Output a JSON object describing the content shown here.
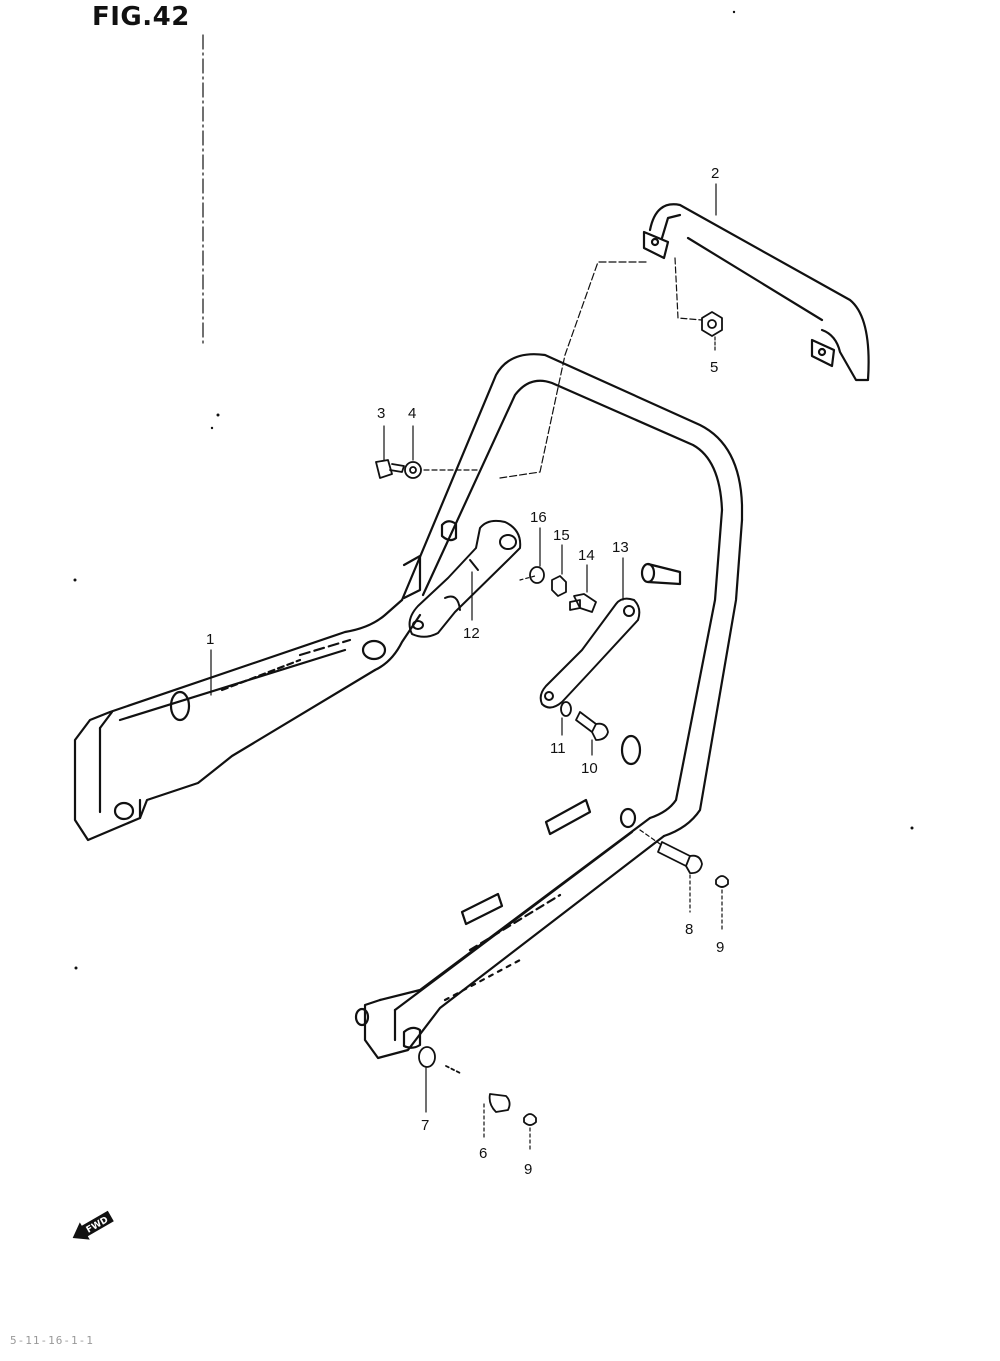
{
  "figure": {
    "title": "FIG.42"
  },
  "parts": {
    "p1": "1",
    "p2": "2",
    "p3": "3",
    "p4": "4",
    "p5": "5",
    "p6": "6",
    "p7": "7",
    "p8": "8",
    "p9": "9",
    "p9b": "9",
    "p10": "10",
    "p11": "11",
    "p12": "12",
    "p13": "13",
    "p14": "14",
    "p15": "15",
    "p16": "16"
  },
  "direction": {
    "label": "FWD"
  },
  "footer": {
    "code": "5-11-16-1-1"
  }
}
